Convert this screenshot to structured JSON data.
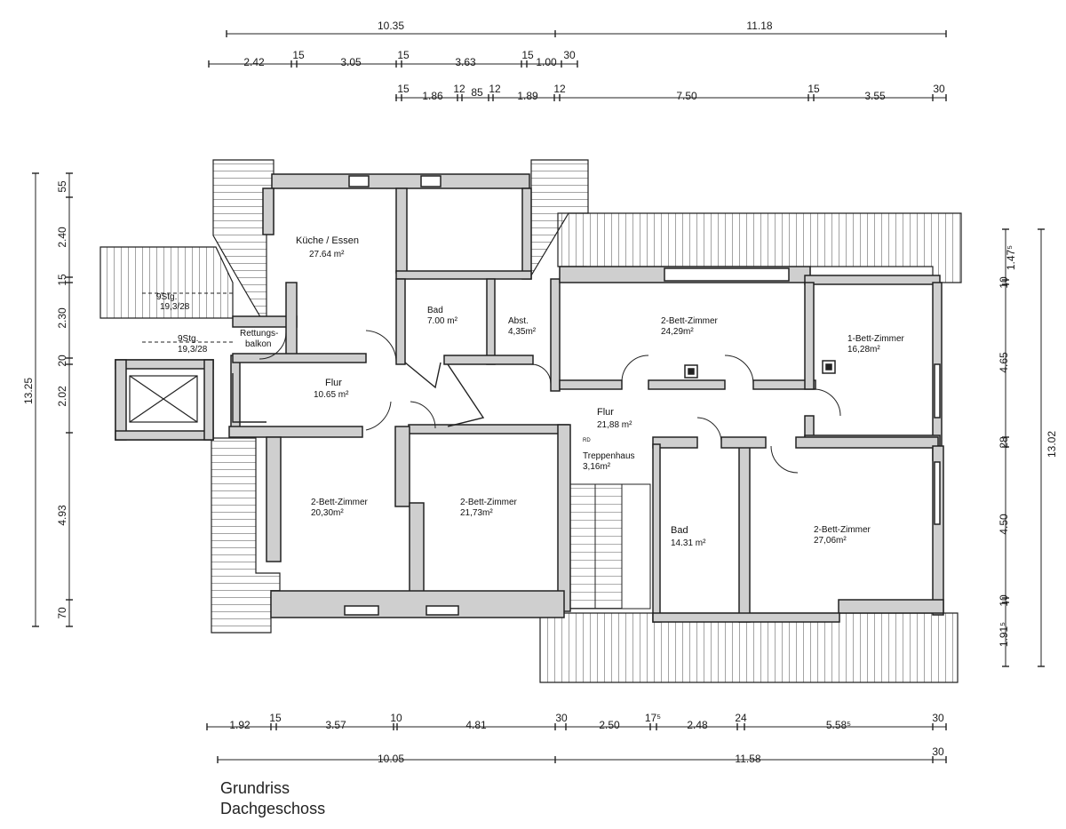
{
  "caption": {
    "line1": "Grundriss",
    "line2": "Dachgeschoss"
  },
  "rooms": [
    {
      "name": "Küche / Essen",
      "area": "27.64 m²"
    },
    {
      "name": "Bad",
      "area": "7.00 m²"
    },
    {
      "name": "Abst.",
      "area": "4,35m²"
    },
    {
      "name": "2-Bett-Zimmer",
      "area": "24,29m²"
    },
    {
      "name": "1-Bett-Zimmer",
      "area": "16,28m²"
    },
    {
      "name": "Flur",
      "area": "10.65 m²"
    },
    {
      "name": "Flur",
      "area": "21,88 m²"
    },
    {
      "name": "Treppenhaus",
      "area": "3,16m²"
    },
    {
      "name": "2-Bett-Zimmer",
      "area": "20,30m²"
    },
    {
      "name": "2-Bett-Zimmer",
      "area": "21,73m²"
    },
    {
      "name": "Bad",
      "area": "14.31 m²"
    },
    {
      "name": "2-Bett-Zimmer",
      "area": "27,06m²"
    }
  ],
  "labels": {
    "rettung1": "Rettungs-",
    "rettung2": "balkon",
    "stg1a": "9Stg.",
    "stg1b": "19,3/28",
    "stg2a": "9Stg.",
    "stg2b": "19,3/28",
    "rd": "RD"
  },
  "dims": {
    "top1": [
      "10.35",
      "11.18"
    ],
    "top2": [
      "2.42",
      "15",
      "3.05",
      "15",
      "3.63",
      "15",
      "1.00",
      "30"
    ],
    "top3": [
      "15",
      "1.86",
      "12",
      "85",
      "12",
      "1.89",
      "12",
      "7.50",
      "15",
      "3.55",
      "30"
    ],
    "left": [
      "13.25",
      "55",
      "2.40",
      "15",
      "2.30",
      "20",
      "2.02",
      "4.93",
      "70"
    ],
    "right_outer": [
      "13.02"
    ],
    "right_inner": [
      "1.47⁵",
      "10",
      "4.65",
      "28",
      "4.50",
      "10",
      "1.91⁵"
    ],
    "bottom1": [
      "1.92",
      "15",
      "3.57",
      "10",
      "4.81",
      "30",
      "2.50",
      "17⁵",
      "2.48",
      "24",
      "5.58⁵",
      "30"
    ],
    "bottom2": [
      "10.05",
      "11.58",
      "30"
    ]
  }
}
